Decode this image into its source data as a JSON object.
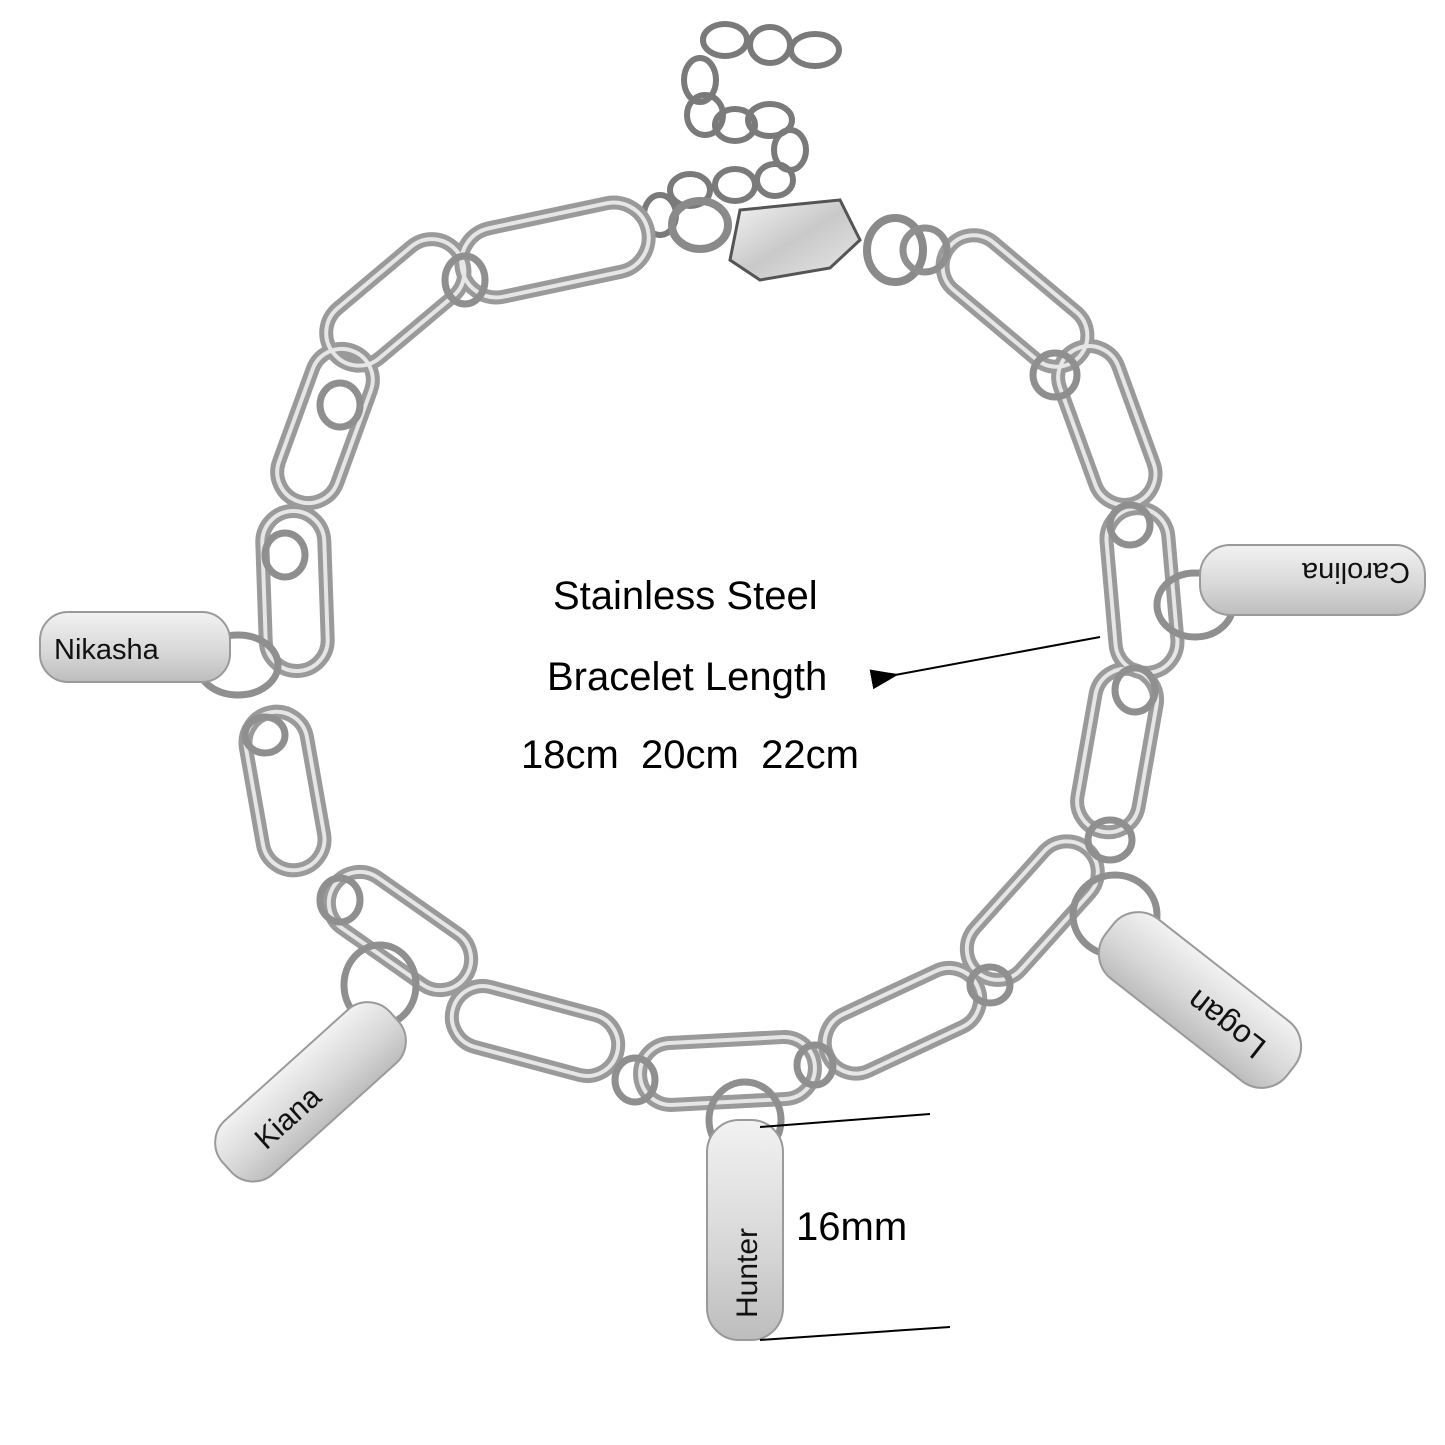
{
  "product": {
    "material": "Stainless Steel",
    "length_label": "Bracelet Length",
    "lengths": "18cm  20cm  22cm",
    "tag_dimension": "16mm"
  },
  "tags": [
    {
      "name": "Nikasha"
    },
    {
      "name": "Carolina"
    },
    {
      "name": "Kiana"
    },
    {
      "name": "Hunter"
    },
    {
      "name": "Logan"
    }
  ],
  "colors": {
    "background": "#ffffff",
    "metal": "#b9b9b9",
    "metal_dark": "#6e6e6e",
    "text": "#000000"
  }
}
